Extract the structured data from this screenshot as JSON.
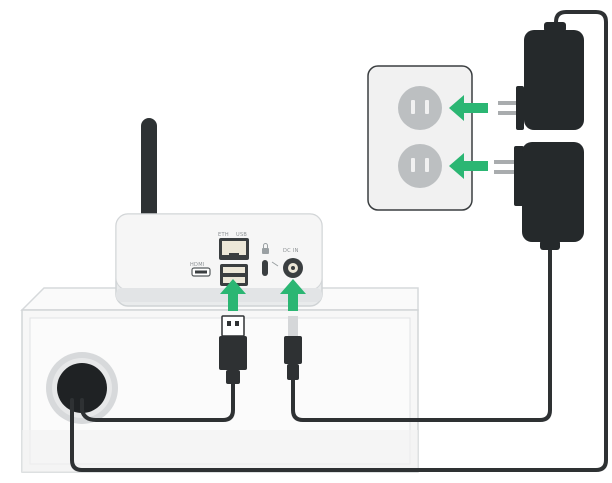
{
  "device": {
    "port_labels": {
      "hdmi": "HDMI",
      "eth": "ETH",
      "usb": "USB",
      "dc_in": "DC IN"
    }
  },
  "wall_outlet": {
    "sockets": 2
  },
  "colors": {
    "arrow": "#2bb673",
    "cable": "#2e3133",
    "device_body": "#f4f4f4",
    "device_outline": "#cfd3d5",
    "outlet_plate": "#f1f1f1",
    "socket": "#bcbfc1",
    "adapter": "#25292b",
    "plug_pins": "#a9acae"
  },
  "icons": {
    "arrows": [
      "arrow-up-icon",
      "arrow-up-icon",
      "arrow-left-icon",
      "arrow-left-icon"
    ],
    "port_icon": "lock-icon"
  }
}
